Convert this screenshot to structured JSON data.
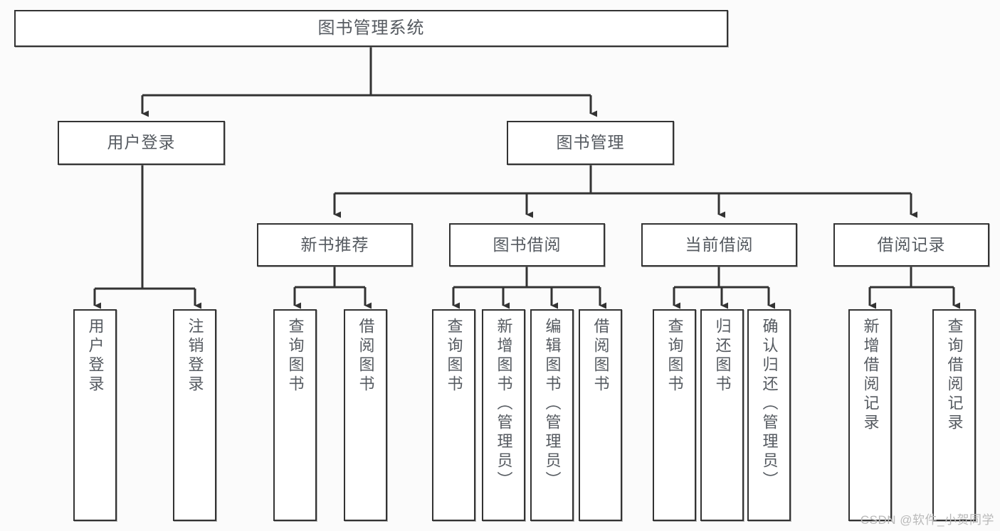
{
  "diagram": {
    "title": "图书管理系统",
    "watermark": "CSDN @软件_小贺同学",
    "colors": {
      "border": "#333333",
      "text": "#555a60",
      "background": "#fbfbfb",
      "node_fill": "#ffffff",
      "watermark": "#b9b9b9"
    },
    "root": {
      "label": "图书管理系统"
    },
    "level1": [
      {
        "label": "用户登录"
      },
      {
        "label": "图书管理"
      }
    ],
    "level2": [
      {
        "label": "新书推荐"
      },
      {
        "label": "图书借阅"
      },
      {
        "label": "当前借阅"
      },
      {
        "label": "借阅记录"
      }
    ],
    "leaves": {
      "user_login": [
        {
          "label": "用户登录"
        },
        {
          "label": "注销登录"
        }
      ],
      "new_book": [
        {
          "label": "查询图书"
        },
        {
          "label": "借阅图书"
        }
      ],
      "book_borrow": [
        {
          "label": "查询图书"
        },
        {
          "label": "新增图书（管理员）"
        },
        {
          "label": "编辑图书（管理员）"
        },
        {
          "label": "借阅图书"
        }
      ],
      "current_borrow": [
        {
          "label": "查询图书"
        },
        {
          "label": "归还图书"
        },
        {
          "label": "确认归还（管理员）"
        }
      ],
      "borrow_record": [
        {
          "label": "新增借阅记录"
        },
        {
          "label": "查询借阅记录"
        }
      ]
    }
  }
}
